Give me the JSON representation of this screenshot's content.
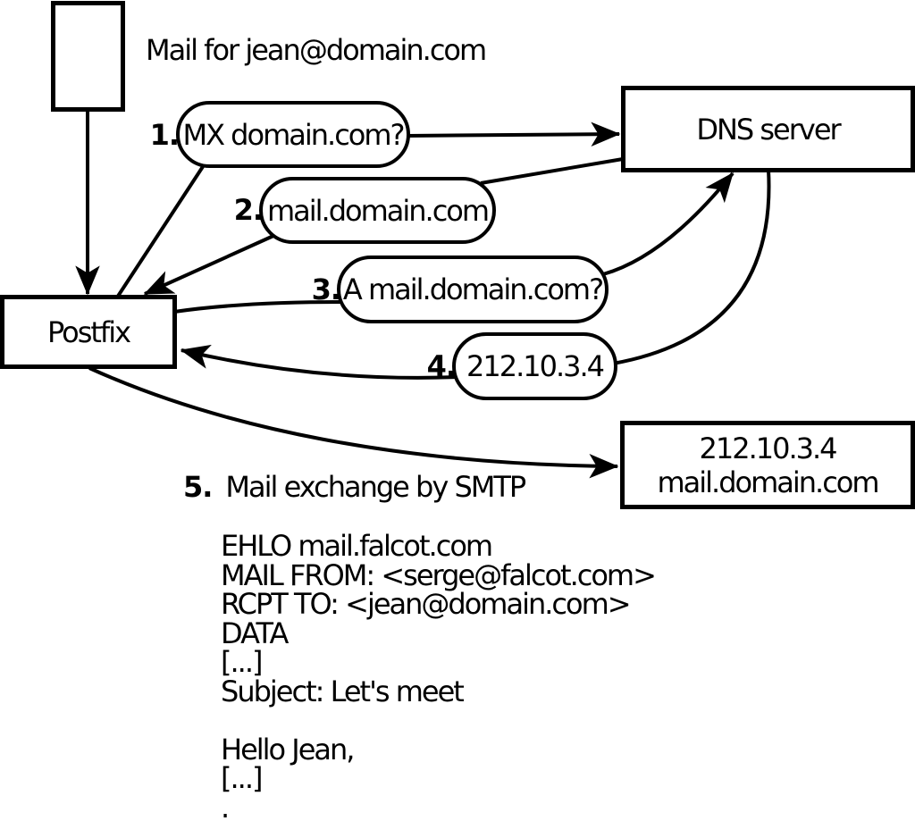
{
  "diagram": {
    "title": "Mail for jean@domain.com",
    "nodes": {
      "postfix": {
        "label": "Postfix"
      },
      "dns_server": {
        "label": "DNS server"
      },
      "mail_server": {
        "line1": "212.10.3.4",
        "line2": "mail.domain.com"
      }
    },
    "steps": [
      {
        "num": "1.",
        "label": "MX domain.com?"
      },
      {
        "num": "2.",
        "label": "mail.domain.com"
      },
      {
        "num": "3.",
        "label": "A mail.domain.com?"
      },
      {
        "num": "4.",
        "label": "212.10.3.4"
      },
      {
        "num": "5.",
        "label": "Mail exchange by SMTP"
      }
    ],
    "smtp_session": {
      "lines": [
        "EHLO mail.falcot.com",
        "MAIL FROM: <serge@falcot.com>",
        "RCPT TO: <jean@domain.com>",
        "DATA",
        "[...]",
        "Subject: Let's meet",
        "",
        "Hello Jean,",
        "[...]",
        "."
      ]
    },
    "colors": {
      "stroke": "#000000",
      "background": "#ffffff"
    }
  }
}
